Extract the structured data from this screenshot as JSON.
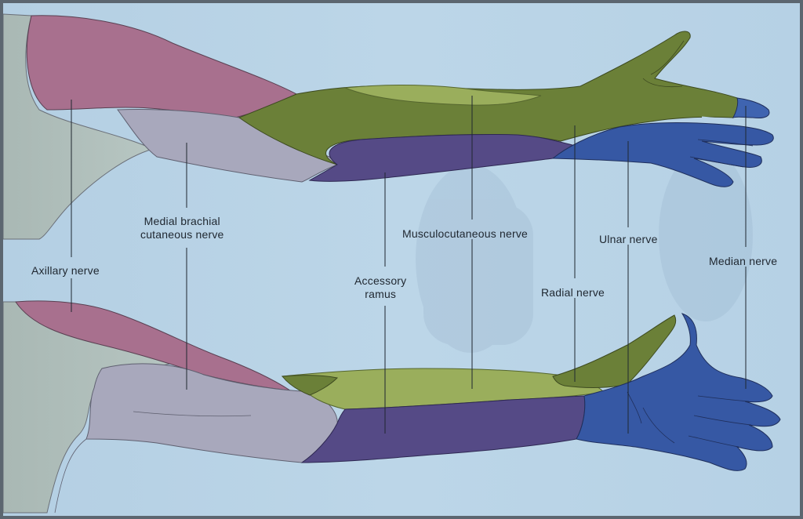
{
  "diagram": {
    "labels": {
      "axillary": "Axillary nerve",
      "medial_brachial_1": "Medial brachial",
      "medial_brachial_2": "cutaneous nerve",
      "accessory_1": "Accessory",
      "accessory_2": "ramus",
      "musculocutaneous": "Musculocutaneous nerve",
      "radial": "Radial nerve",
      "ulnar": "Ulnar nerve",
      "median": "Median nerve"
    },
    "region_colors": {
      "axillary": "#a8708e",
      "medial_brachial_cutaneous": "#a8a8bc",
      "musculocutaneous": "#6b8038",
      "musculocutaneous_light": "#9aae5c",
      "radial": "#554a86",
      "ulnar_median": "#3658a4",
      "unmarked_skin": "#aebcb8",
      "background": "#b9d3e6"
    }
  }
}
